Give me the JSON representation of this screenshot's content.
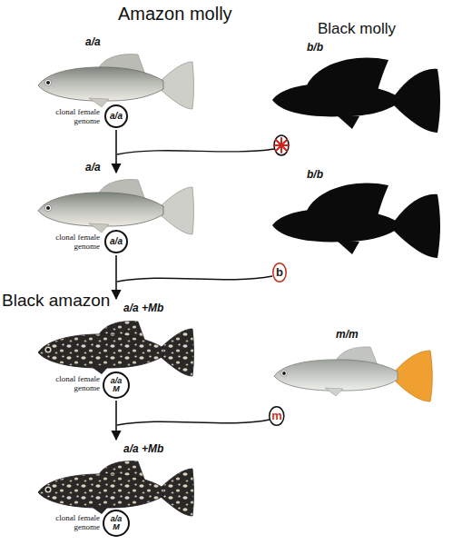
{
  "diagram": {
    "nodes": [
      {
        "text": [
          "a/a"
        ]
      },
      {
        "text": [
          "a/a"
        ]
      },
      {
        "text": [
          "b"
        ]
      },
      {
        "text": [
          "a/a M"
        ]
      },
      {
        "text": [
          "m"
        ]
      },
      {
        "text": [
          "a/a M"
        ]
      }
    ],
    "labels": [
      "Amazon molly",
      "Black molly",
      "a/a",
      "b/b",
      "clonal female genome",
      "a/a",
      "b/b",
      "clonal female genome",
      "Black amazon",
      "a/a +Mb",
      "clonal female genome",
      "m/m",
      "a/a +Mb",
      "clonal female genome"
    ]
  }
}
